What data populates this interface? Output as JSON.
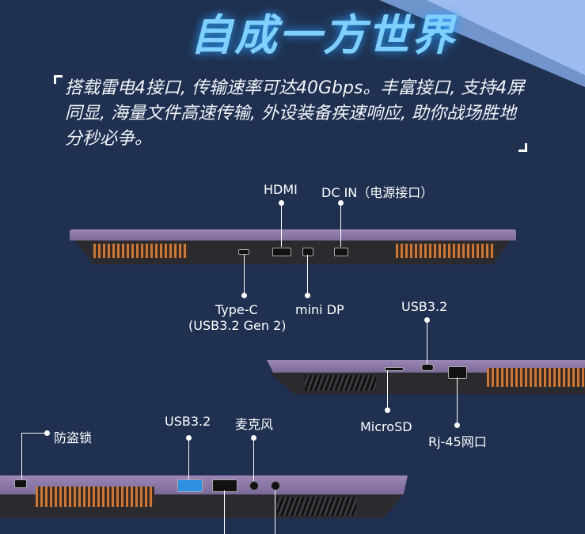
{
  "title": "自成一方世界",
  "description": "搭载雷电4接口, 传输速率可达40Gbps。丰富接口, 支持4屏同显, 海量文件高速传输, 外设装备疾速响应, 助你战场胜地分秒必争。",
  "labels": {
    "hdmi": "HDMI",
    "dc_in": "DC IN（电源接口）",
    "type_c": "Type-C",
    "type_c_spec": "(USB3.2 Gen 2)",
    "mini_dp": "mini DP",
    "usb32_right": "USB3.2",
    "microsd": "MicroSD",
    "rj45": "Rj-45网口",
    "lock": "防盗锁",
    "usb32_left": "USB3.2",
    "mic": "麦克风"
  },
  "colors": {
    "background": "#1f3050",
    "title": "#7fd0ff",
    "chassis": "#8c79a8"
  }
}
